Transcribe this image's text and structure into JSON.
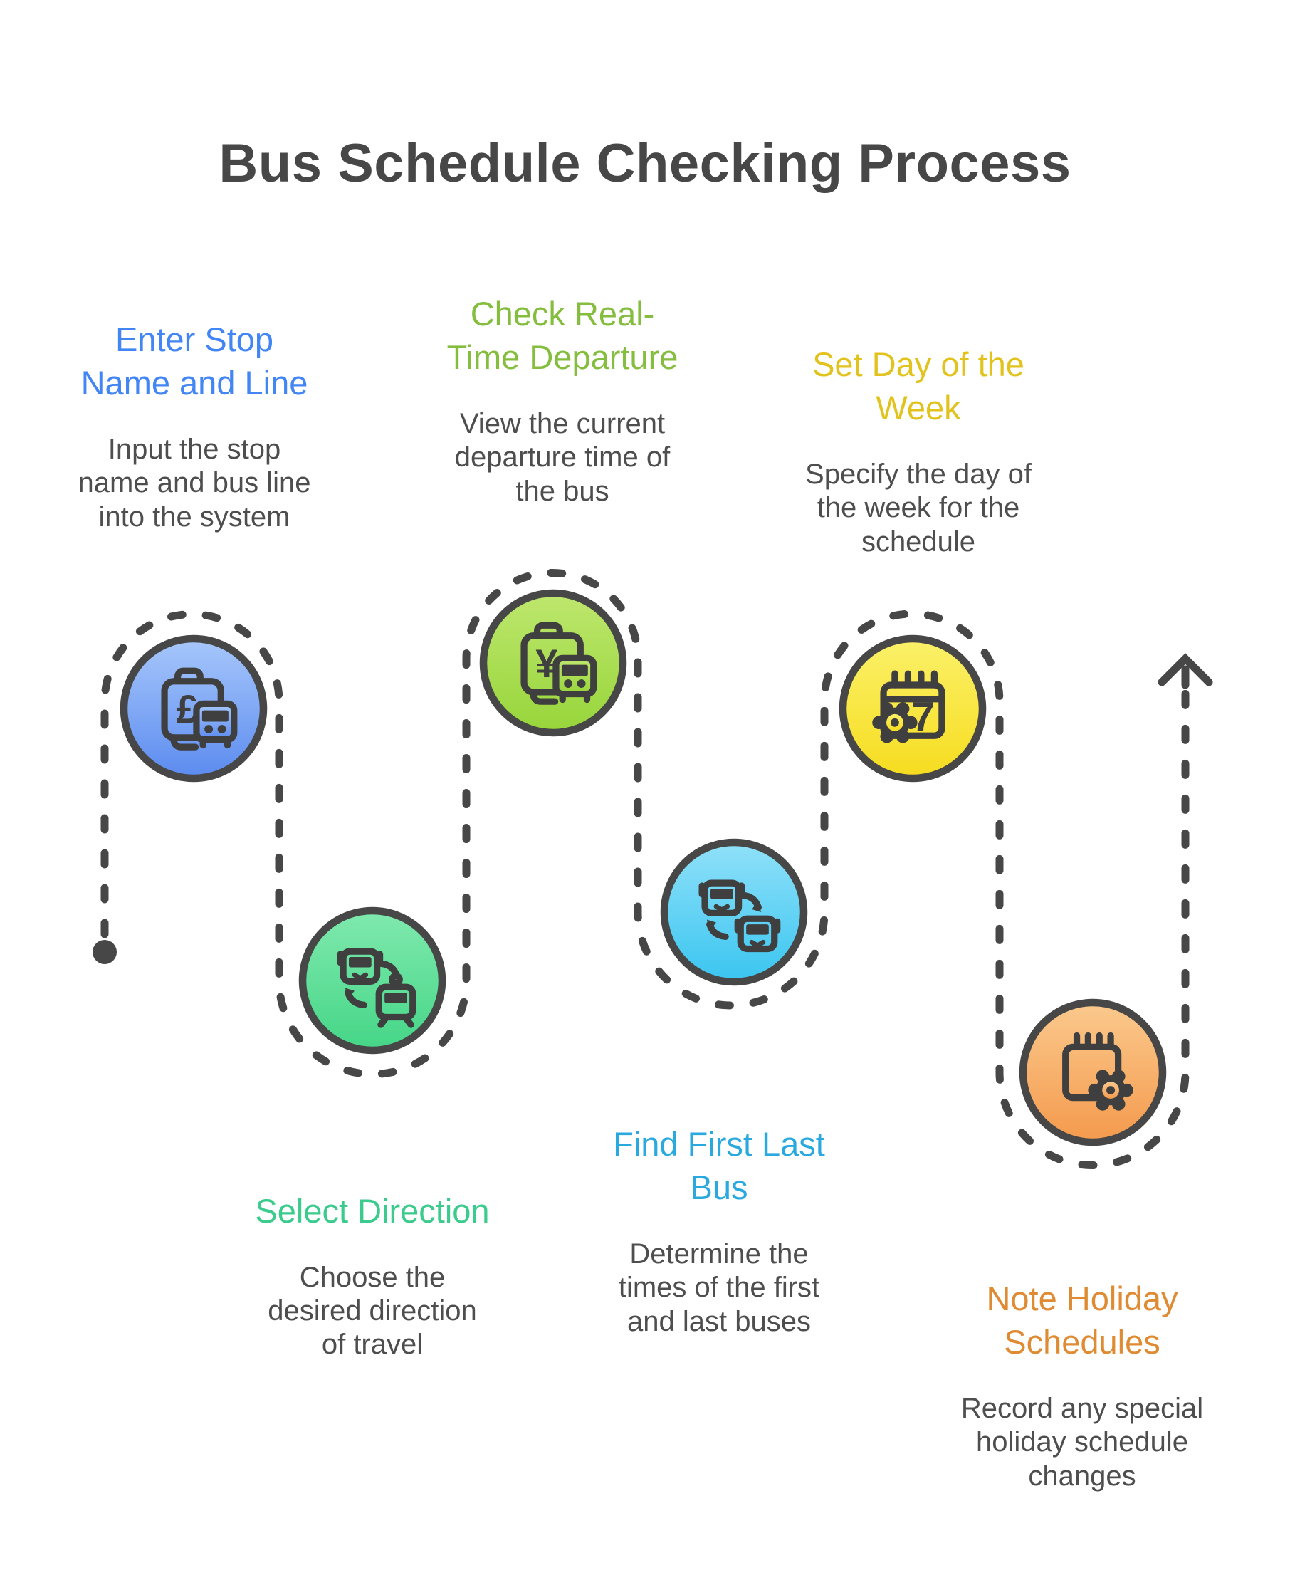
{
  "title": "Bus Schedule Checking Process",
  "flow": {
    "start_marker": "start-dot",
    "end_marker": "up-arrow",
    "style": "dashed-serpentine-path"
  },
  "steps": [
    {
      "heading": "Enter Stop\nName and Line",
      "description": "Input the stop\nname and bus line\ninto the system",
      "icon": "ticket-machine-pound-bus-icon",
      "glyph": "£"
    },
    {
      "heading": "Check Real-\nTime Departure",
      "description": "View the current\ndeparture time of\nthe bus",
      "icon": "ticket-machine-yen-bus-icon",
      "glyph": "¥"
    },
    {
      "heading": "Set Day of the\nWeek",
      "description": "Specify the day of\nthe week for the\nschedule",
      "icon": "calendar-week-gear-icon",
      "glyph": "7"
    },
    {
      "heading": "Select Direction",
      "description": "Choose the\ndesired direction\nof travel",
      "icon": "bus-tram-swap-icon",
      "glyph": ""
    },
    {
      "heading": "Find First Last\nBus",
      "description": "Determine the\ntimes of the first\nand last buses",
      "icon": "bus-swap-icon",
      "glyph": ""
    },
    {
      "heading": "Note Holiday\nSchedules",
      "description": "Record any special\nholiday schedule\nchanges",
      "icon": "notepad-gear-icon",
      "glyph": ""
    }
  ],
  "colors": {
    "title_text": "#474747",
    "body_text": "#4E4E4E",
    "line": "#474747",
    "icon_stroke": "#3F3F3F",
    "step1_heading": "#4285F4",
    "step1_grad_top": "#A7C7FB",
    "step1_grad_bottom": "#5B8BEF",
    "step2_heading": "#85BD3F",
    "step2_grad_top": "#BEE76E",
    "step2_grad_bottom": "#97D53A",
    "step3_heading": "#E2C31D",
    "step3_grad_top": "#FBF169",
    "step3_grad_bottom": "#F6DC1F",
    "step4_heading": "#3BCB8C",
    "step4_grad_top": "#80E9AE",
    "step4_grad_bottom": "#45D687",
    "step5_heading": "#29A9DD",
    "step5_grad_top": "#90E1F9",
    "step5_grad_bottom": "#3AC5F0",
    "step6_heading": "#DF8B33",
    "step6_grad_top": "#FBC98D",
    "step6_grad_bottom": "#F49A4D"
  }
}
